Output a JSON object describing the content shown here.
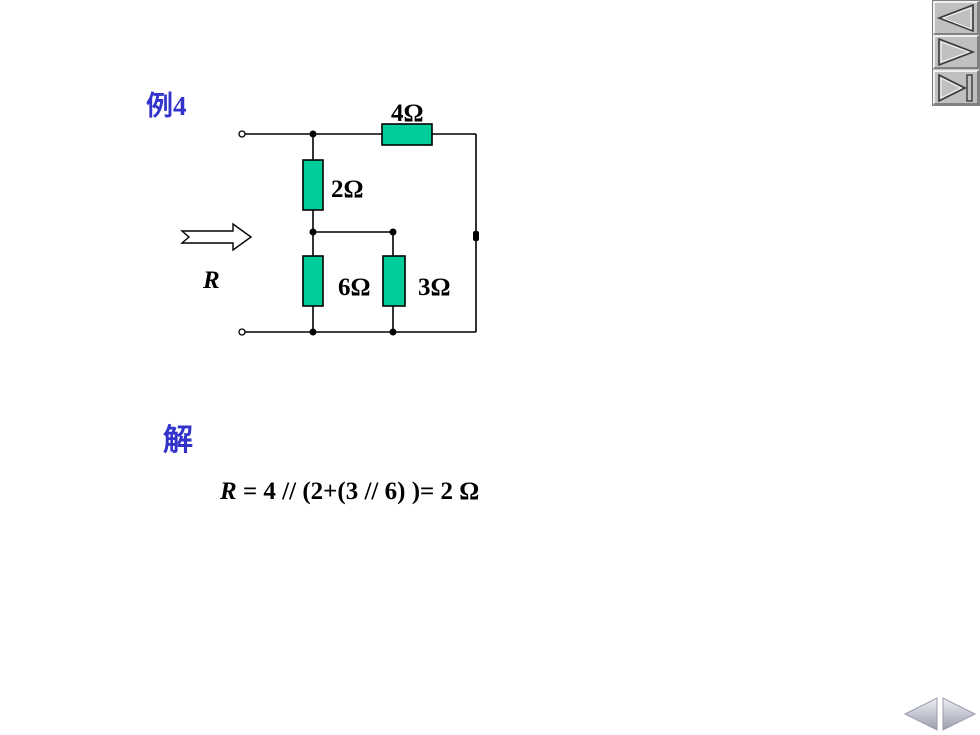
{
  "example": {
    "title": "例4"
  },
  "circuit": {
    "port_label": "R",
    "resistors": [
      {
        "label": "4Ω"
      },
      {
        "label": "2Ω"
      },
      {
        "label": "6Ω"
      },
      {
        "label": "3Ω"
      }
    ]
  },
  "solution": {
    "heading": "解",
    "equation_var": "R",
    "equation_rest": " = 4 // (2+(3 // 6) )= 2 Ω"
  },
  "navigation": {
    "top_panel": {
      "previous_icon": "triangle-left-icon",
      "next_icon": "triangle-right-icon",
      "end_icon": "skip-to-end-icon"
    },
    "bottom": {
      "back_icon": "arrow-left-icon",
      "forward_icon": "arrow-right-icon"
    }
  },
  "colors": {
    "accent_text": "#3333cc",
    "resistor_fill": "#00cc99",
    "wire": "#000000",
    "nav_panel": "#c0c0c0",
    "nav_arrows": "#b8b8c8"
  }
}
